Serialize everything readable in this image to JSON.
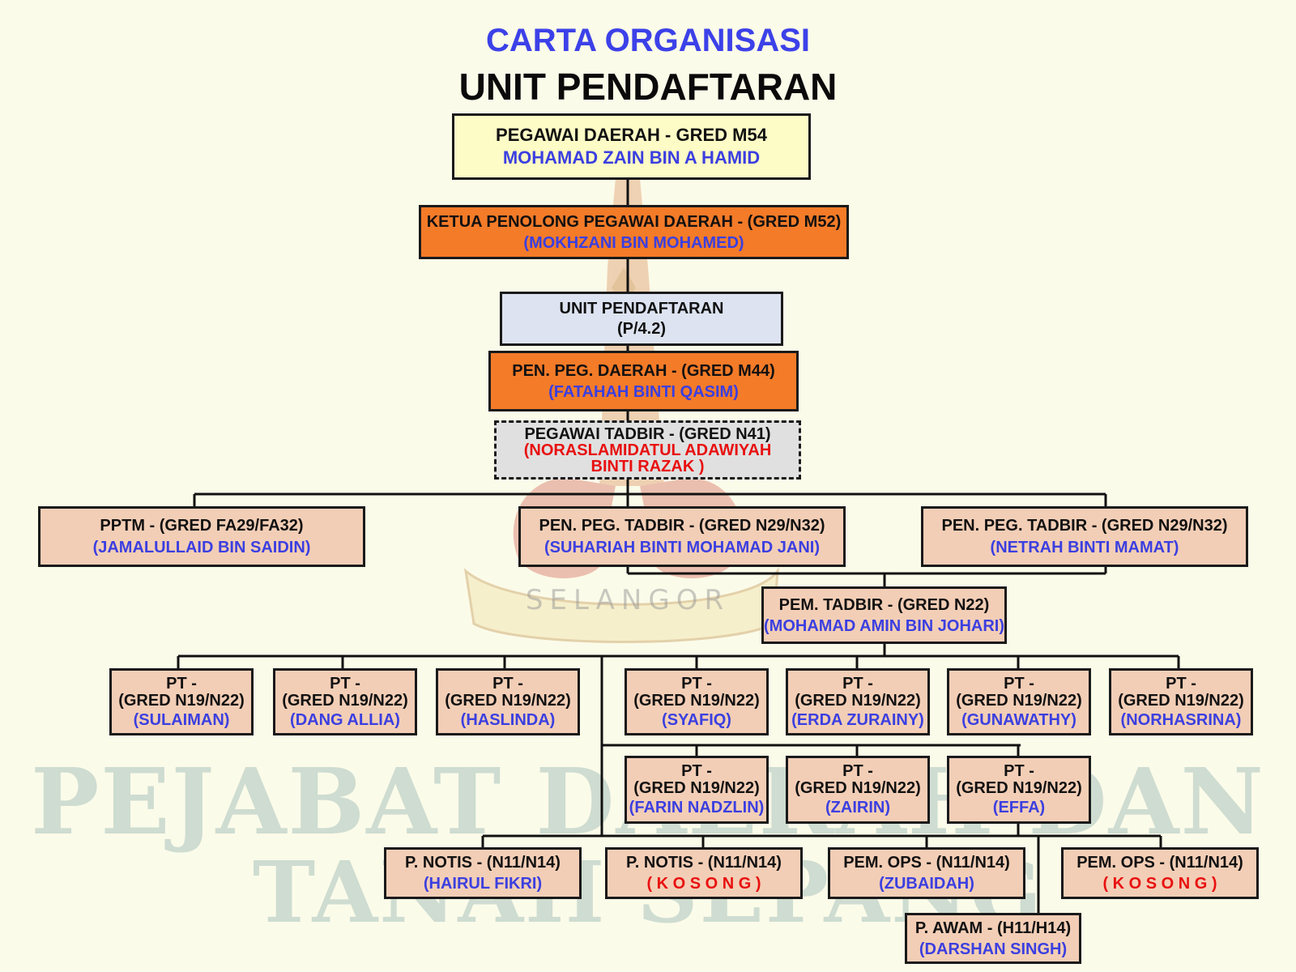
{
  "header": {
    "title": "CARTA ORGANISASI",
    "subtitle": "UNIT PENDAFTARAN"
  },
  "watermark": {
    "emblem_text": "SELANGOR",
    "line1": "PEJABAT DAERAH DAN",
    "line2": "TANAH SEPANG"
  },
  "nodes": {
    "pd": {
      "role": "PEGAWAI DAERAH - GRED M54",
      "name": "MOHAMAD ZAIN BIN A HAMID"
    },
    "kppd": {
      "role": "KETUA PENOLONG PEGAWAI DAERAH - (GRED M52)",
      "name": "(MOKHZANI BIN MOHAMED)"
    },
    "unit": {
      "line1": "UNIT PENDAFTARAN",
      "line2": "(P/4.2)"
    },
    "ppd": {
      "role": "PEN. PEG. DAERAH - (GRED M44)",
      "name": "(FATAHAH BINTI QASIM)"
    },
    "pt41": {
      "role": "PEGAWAI TADBIR - (GRED N41)",
      "name1": "(NORASLAMIDATUL ADAWIYAH",
      "name2": "BINTI RAZAK )"
    },
    "pptm": {
      "role": "PPTM - (GRED FA29/FA32)",
      "name": "(JAMALULLAID BIN SAIDIN)"
    },
    "ppt1": {
      "role": "PEN. PEG. TADBIR - (GRED N29/N32)",
      "name": "(SUHARIAH BINTI MOHAMAD JANI)"
    },
    "ppt2": {
      "role": "PEN. PEG. TADBIR - (GRED N29/N32)",
      "name": "(NETRAH BINTI MAMAT)"
    },
    "pem22": {
      "role": "PEM. TADBIR - (GRED N22)",
      "name": "(MOHAMAD AMIN BIN JOHARI)"
    }
  },
  "pt_staff": [
    {
      "role": "PT -",
      "grade": "(GRED N19/N22)",
      "name": "(SULAIMAN)"
    },
    {
      "role": "PT -",
      "grade": "(GRED N19/N22)",
      "name": "(DANG ALLIA)"
    },
    {
      "role": "PT -",
      "grade": "(GRED N19/N22)",
      "name": "(HASLINDA)"
    },
    {
      "role": "PT -",
      "grade": "(GRED N19/N22)",
      "name": "(SYAFIQ)"
    },
    {
      "role": "PT -",
      "grade": "(GRED N19/N22)",
      "name": "(ERDA ZURAINY)"
    },
    {
      "role": "PT -",
      "grade": "(GRED N19/N22)",
      "name": "(GUNAWATHY)"
    },
    {
      "role": "PT -",
      "grade": "(GRED N19/N22)",
      "name": "(NORHASRINA)"
    },
    {
      "role": "PT -",
      "grade": "(GRED N19/N22)",
      "name": "(FARIN NADZLIN)"
    },
    {
      "role": "PT -",
      "grade": "(GRED N19/N22)",
      "name": "(ZAIRIN)"
    },
    {
      "role": "PT -",
      "grade": "(GRED N19/N22)",
      "name": "(EFFA)"
    }
  ],
  "support_staff": [
    {
      "role": "P. NOTIS - (N11/N14)",
      "name": "(HAIRUL FIKRI)",
      "vacant": false
    },
    {
      "role": "P. NOTIS - (N11/N14)",
      "name": "( K O S O N G )",
      "vacant": true
    },
    {
      "role": "PEM. OPS - (N11/N14)",
      "name": "(ZUBAIDAH)",
      "vacant": false
    },
    {
      "role": "PEM. OPS - (N11/N14)",
      "name": "( K O S O N G )",
      "vacant": true
    },
    {
      "role": "P. AWAM - (H11/H14)",
      "name": "(DARSHAN SINGH)",
      "vacant": false
    }
  ],
  "colors": {
    "background": "#fbfbe9",
    "title_blue": "#3c41e8",
    "name_blue": "#3b3fe0",
    "vacant_red": "#e81010",
    "orange_box": "#f47b28",
    "salmon_box": "#f3ceb6",
    "unit_box": "#dde3f1",
    "top_box": "#fdfbc6",
    "dashed_box": "#e0e0e0"
  }
}
